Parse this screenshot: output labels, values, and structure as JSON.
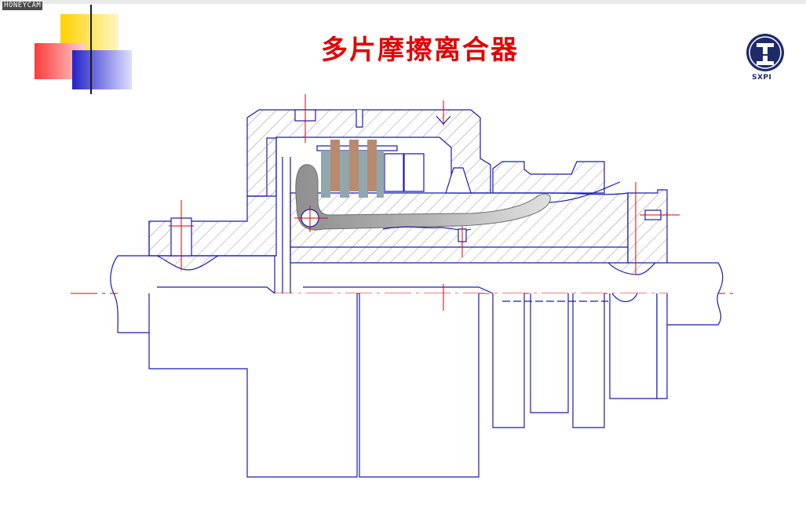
{
  "slide": {
    "title": "多片摩擦离合器",
    "watermark": "HONEYCAM",
    "logo_caption": "SXPI"
  },
  "colors": {
    "outline": "#1a1ab4",
    "centerline": "#e00000",
    "title": "#e30000",
    "plate_copper": "#b88a6e",
    "plate_steel": "#8fa7ad",
    "lever": "#a9a9a9",
    "logo": "#1f2a6b"
  }
}
